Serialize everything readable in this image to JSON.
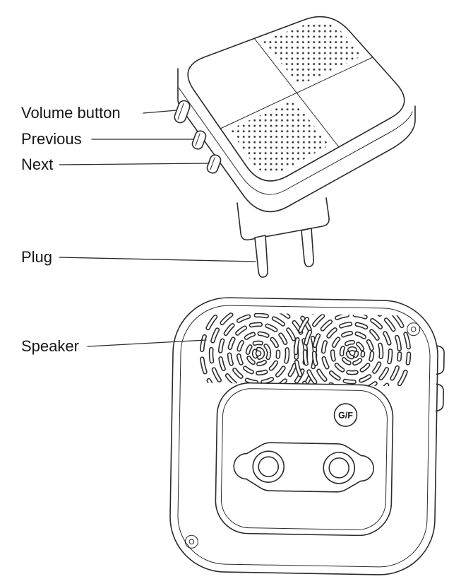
{
  "colors": {
    "ink": "#2b2b2b",
    "background": "#ffffff"
  },
  "callouts": {
    "volume_button": "Volume button",
    "previous": "Previous",
    "next": "Next",
    "plug": "Plug",
    "speaker": "Speaker"
  },
  "device": {
    "gf_button_label": "G/F"
  }
}
